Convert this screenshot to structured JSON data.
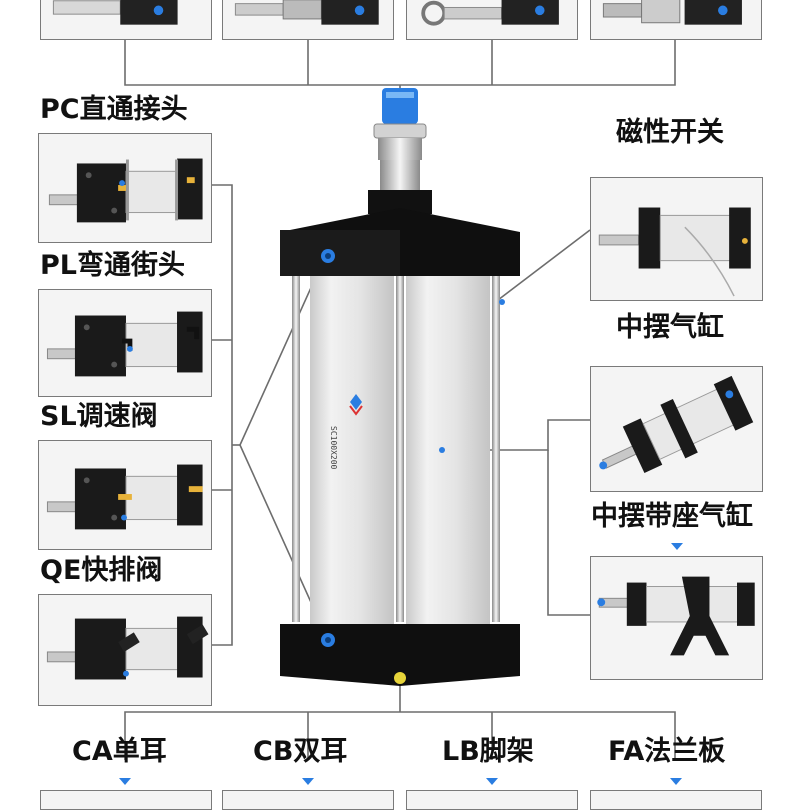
{
  "colors": {
    "accent_blue": "#2a7de1",
    "label_text": "#111111",
    "connector_line": "#6d6d6d",
    "body_black": "#111111",
    "barrel_silver": "#e6e6e6"
  },
  "left_options": [
    {
      "label": "PC直通接头"
    },
    {
      "label": "PL弯通街头"
    },
    {
      "label": "SL调速阀"
    },
    {
      "label": "QE快排阀"
    }
  ],
  "right_options": [
    {
      "label": "磁性开关"
    },
    {
      "label": "中摆气缸"
    },
    {
      "label": "中摆带座气缸"
    }
  ],
  "bottom_options": [
    {
      "label": "CA单耳"
    },
    {
      "label": "CB双耳"
    },
    {
      "label": "LB脚架"
    },
    {
      "label": "FA法兰板"
    }
  ],
  "cylinder": {
    "engraving": "SC100X200"
  }
}
